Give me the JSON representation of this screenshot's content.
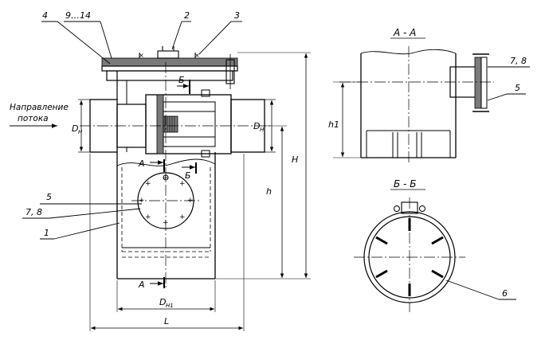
{
  "callouts": {
    "c4": "4",
    "c9_14": "9…14",
    "c2": "2",
    "c3": "3",
    "c5_left": "5",
    "c78_left": "7, 8",
    "c1": "1",
    "c78_right": "7, 8",
    "c5_right": "5",
    "c6": "6"
  },
  "flow": {
    "line1": "Направление",
    "line2": "потока"
  },
  "dims": {
    "dn_left": "D",
    "dn_left_sub": "H",
    "dn_right": "D",
    "dn_right_sub": "H",
    "dn1": "D",
    "dn1_sub": "H1",
    "L": "L",
    "h": "h",
    "H": "H",
    "h1": "h1"
  },
  "sections": {
    "aa_title": "А - А",
    "bb_title": "Б - Б",
    "a_top": "А",
    "a_bottom": "А",
    "b_top": "Б",
    "b_mid": "Б"
  }
}
